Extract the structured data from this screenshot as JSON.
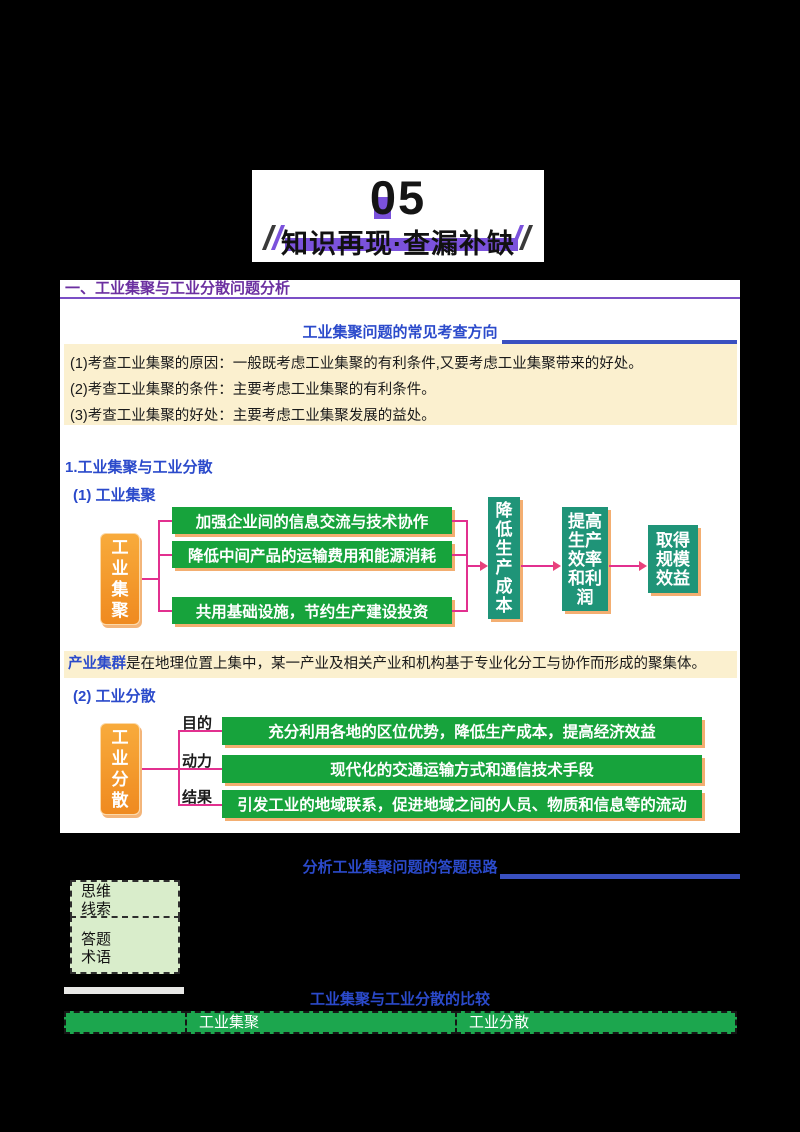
{
  "title_card": {
    "number": "05",
    "title": "知识再现·查漏补缺"
  },
  "section1": {
    "heading": "一、工业集聚与工业分散问题分析",
    "exam_direction_heading": "工业集聚问题的常见考查方向",
    "exam_points": [
      "(1)考查工业集聚的原因：一般既考虑工业集聚的有利条件,又要考虑工业集聚带来的好处。",
      "(2)考查工业集聚的条件：主要考虑工业集聚的有利条件。",
      "(3)考查工业集聚的好处：主要考虑工业集聚发展的益处。"
    ],
    "sub_heading_1": "1.工业集聚与工业分散",
    "sub_heading_agglomeration": "(1) 工业集聚",
    "sub_heading_dispersion": "(2) 工业分散"
  },
  "diagram_agglomeration": {
    "source": "工业集聚",
    "branches": [
      "加强企业间的信息交流与技术协作",
      "降低中间产品的运输费用和能源消耗",
      "共用基础设施，节约生产建设投资"
    ],
    "chain": [
      "降低生产成本",
      "提高生产效率和利润",
      "取得规模效益"
    ]
  },
  "cluster_note": {
    "term": "产业集群",
    "text": "是在地理位置上集中，某一产业及相关产业和机构基于专业化分工与协作而形成的聚集体。"
  },
  "diagram_dispersion": {
    "source": "工业分散",
    "rows": [
      {
        "label": "目的",
        "text": "充分利用各地的区位优势，降低生产成本，提高经济效益"
      },
      {
        "label": "动力",
        "text": "现代化的交通运输方式和通信技术手段"
      },
      {
        "label": "结果",
        "text": "引发工业的地域联系，促进地域之间的人员、物质和信息等的流动"
      }
    ]
  },
  "answer_section": {
    "heading": "分析工业集聚问题的答题思路",
    "boxes": [
      {
        "line1": "思维",
        "line2": "线索"
      },
      {
        "line1": "答题",
        "line2": "术语"
      }
    ]
  },
  "compare_section": {
    "heading": "工业集聚与工业分散的比较",
    "table_headers": [
      "",
      "工业集聚",
      "工业分散"
    ]
  },
  "colors": {
    "accent_purple": "#7b52dc",
    "heading_purple": "#6b2fa0",
    "heading_blue": "#2b4acb",
    "cream": "#fbf0cf",
    "green_box": "#17a33c",
    "teal_box": "#1f9478",
    "orange_box": "#f59b2e",
    "pink_connector": "#e2308f",
    "table_green": "#1ca64e",
    "light_green": "#d9edcb"
  }
}
